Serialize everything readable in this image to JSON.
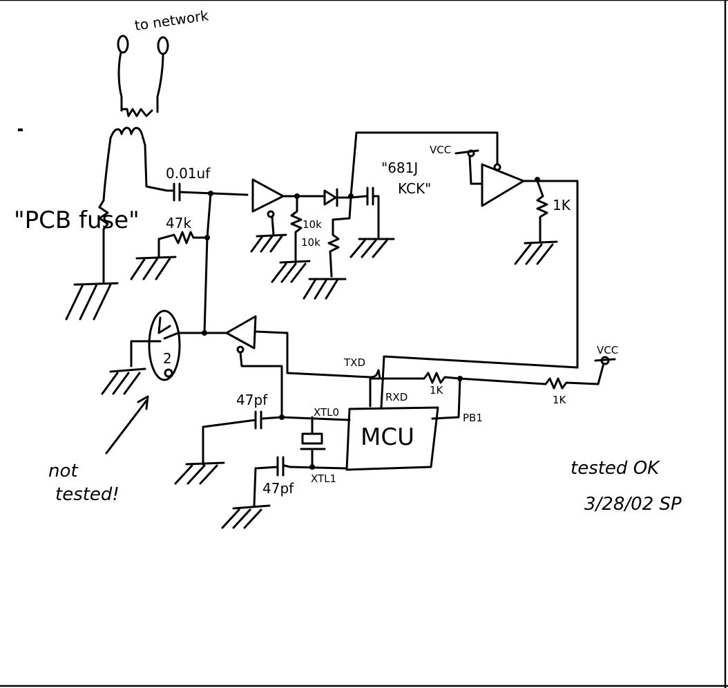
{
  "labels": {
    "to_network": "to network",
    "pcb_fuse": "\"PCB fuse\"",
    "cap_001": "0.01uf",
    "r_47k": "47k",
    "r_10k_a": "10k",
    "r_10k_b": "10k",
    "diode_note_1": "\"681J",
    "diode_note_2": "KCK\"",
    "vcc_top": "VCC",
    "r_1k_top": "1K",
    "txd": "TXD",
    "rxd": "RXD",
    "r_1k_mid": "1K",
    "r_1k_right": "1K",
    "vcc_right": "VCC",
    "cap_47pf_top": "47pf",
    "cap_47pf_bottom": "47pf",
    "xtl0": "XTL0",
    "xtl1": "XTL1",
    "mcu": "MCU",
    "pb1": "PB1",
    "not_tested_1": "not",
    "not_tested_2": "tested!",
    "tested_ok": "tested OK",
    "signoff": "3/28/02 SP"
  }
}
